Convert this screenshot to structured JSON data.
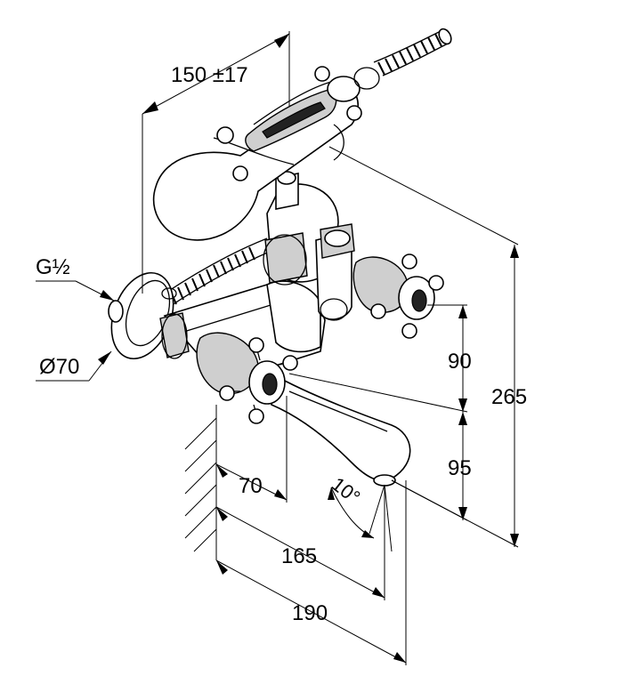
{
  "dimensions": {
    "projection": "150 ±17",
    "thread": "G½",
    "rosette_diameter": "Ø70",
    "height_handles": "90",
    "height_spout": "95",
    "height_total": "265",
    "offset_handle": "70",
    "depth_outlet": "165",
    "depth_spout": "190",
    "spout_angle": "10°"
  }
}
